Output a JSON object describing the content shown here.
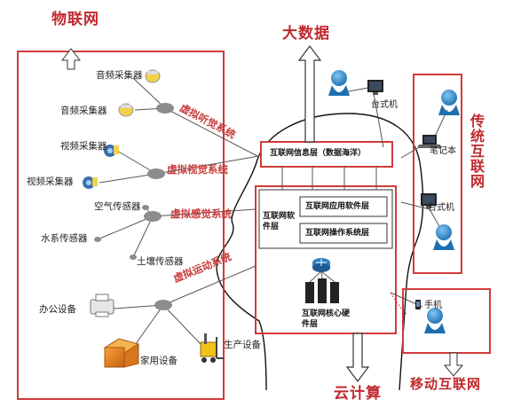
{
  "sections": {
    "iot": "物联网",
    "big_data": "大数据",
    "traditional_internet": "传统互联网",
    "cloud": "云计算",
    "mobile_internet": "移动互联网"
  },
  "virtual_systems": {
    "hearing": "虚拟听觉系统",
    "vision": "虚拟视觉系统",
    "sensation": "虚拟感觉系统",
    "motion": "虚拟运动系统"
  },
  "iot_devices": {
    "audio_1": "音频采集器",
    "audio_2": "音频采集器",
    "video_1": "视频采集器",
    "video_2": "视频采集器",
    "air": "空气传感器",
    "water": "水系传感器",
    "soil": "土壤传感器",
    "office": "办公设备",
    "home": "家用设备",
    "production": "生产设备"
  },
  "brain": {
    "info_layer": "互联网信息层（数据海洋）",
    "software_layer": "互联网软件层",
    "app_layer": "互联网应用软件层",
    "os_layer": "互联网操作系统层",
    "hardware_layer": "互联网核心硬件层"
  },
  "internet_devices": {
    "desktop_top": "台式机",
    "laptop": "笔记本",
    "desktop_right": "台式机",
    "phone": "手机"
  },
  "colors": {
    "red_border": "#d23a3a",
    "node_gray": "#8c8c8c",
    "user_blue": "#2b8fd6"
  }
}
